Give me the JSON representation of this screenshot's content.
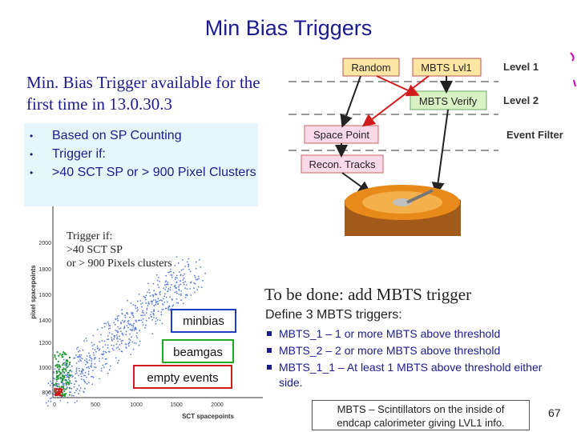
{
  "slide": {
    "title": "Min Bias Triggers",
    "intro": "Min. Bias Trigger available for the first time in 13.0.30.3",
    "bullets": [
      "Based on SP Counting",
      "Trigger if:",
      ">40 SCT SP or > 900 Pixel Clusters"
    ],
    "bullet_glyph": "•",
    "plot": {
      "ylabel": "pixel spacepoints",
      "xlabel": "SCT spacepoints",
      "yticks": [
        "2000",
        "1800",
        "1600",
        "1400",
        "1200",
        "1000",
        "800"
      ],
      "xticks": [
        "0",
        "500",
        "1000",
        "1500",
        "2000"
      ],
      "note": [
        "Trigger if:",
        ">40 SCT SP",
        "or > 900 Pixels clusters"
      ],
      "legend": [
        {
          "label": "minbias",
          "color": "#1f3fbf"
        },
        {
          "label": "beamgas",
          "color": "#22aa22"
        },
        {
          "label": "empty events",
          "color": "#d21c1c"
        }
      ]
    },
    "flow": {
      "boxes": {
        "random": "Random",
        "mbts_lvl1": "MBTS Lvl1",
        "mbts_verify": "MBTS Verify",
        "space_point": "Space Point",
        "recon_tracks": "Recon. Tracks"
      },
      "levels": {
        "l1": "Level 1",
        "l2": "Level 2",
        "ef": "Event Filter"
      }
    },
    "todo": "To be done: add MBTS trigger",
    "define": "Define 3 MBTS triggers:",
    "mbts_items": [
      "MBTS_1 – 1 or more MBTS above threshold",
      "MBTS_2 – 2 or more MBTS above threshold",
      "MBTS_1_1 – At least 1 MBTS above threshold either side."
    ],
    "footnote_line1": "MBTS – Scintillators on the inside of",
    "footnote_line2": "endcap calorimeter giving LVL1 info.",
    "page_number": "67"
  }
}
